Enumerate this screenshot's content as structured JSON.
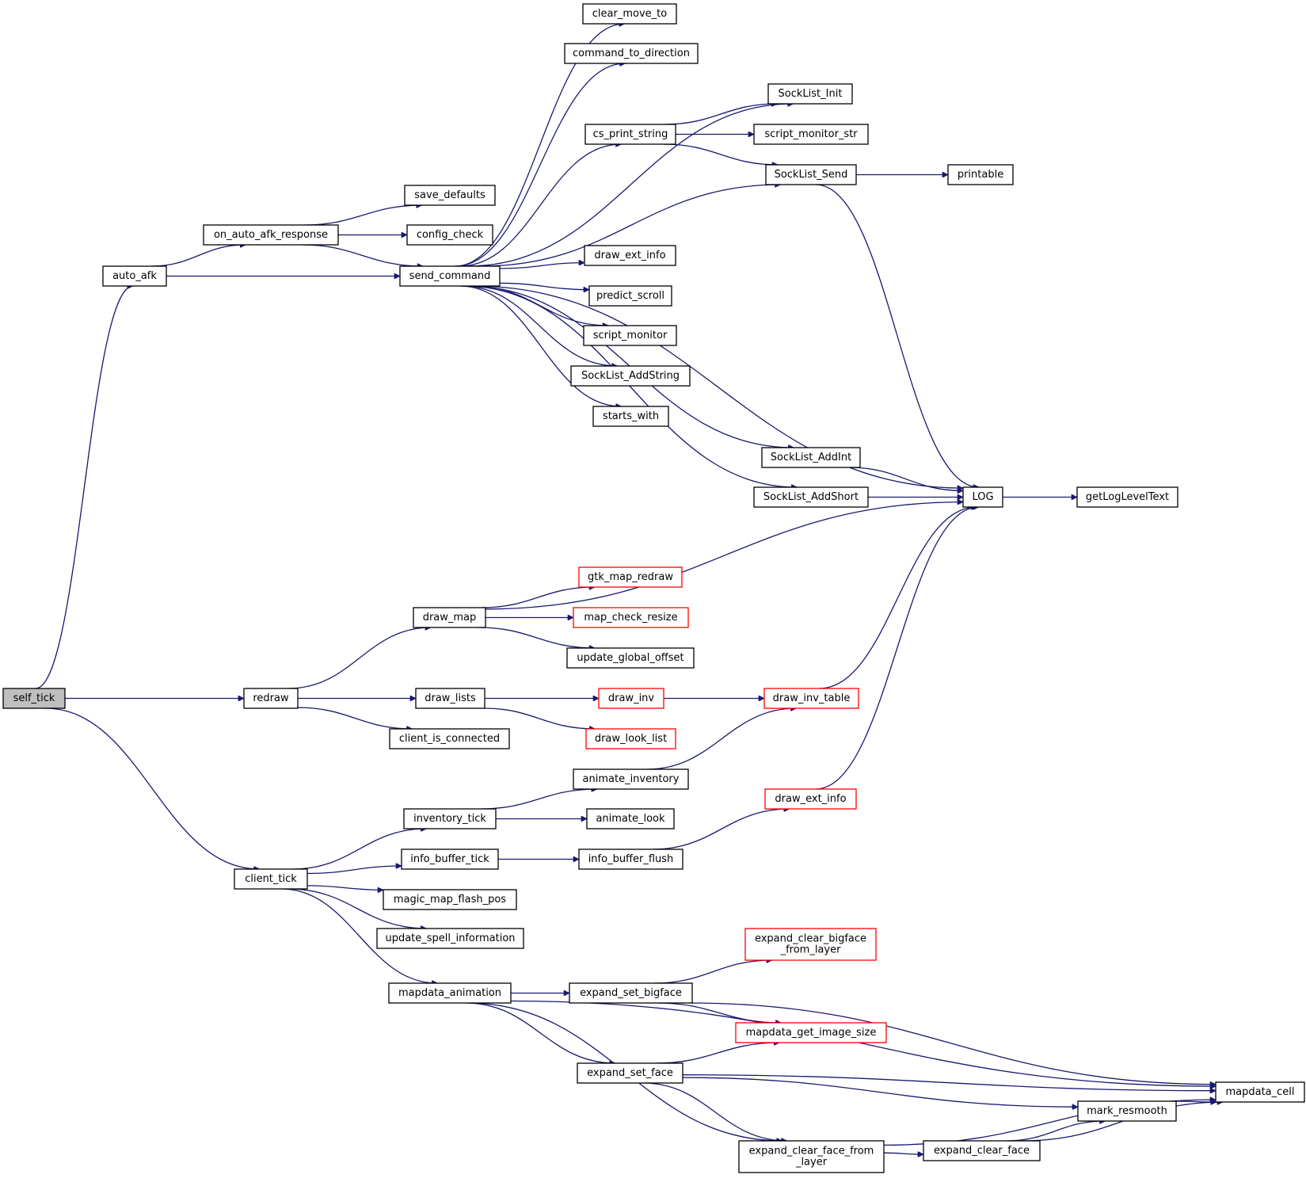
{
  "graph": {
    "edge_color": "#191970",
    "highlight_fill": "#bfbfbf",
    "incomplete_border_color": "#ff0000",
    "nodes": [
      {
        "id": "self_tick",
        "lines": [
          "self_tick"
        ],
        "style": "root"
      },
      {
        "id": "auto_afk",
        "lines": [
          "auto_afk"
        ]
      },
      {
        "id": "redraw",
        "lines": [
          "redraw"
        ]
      },
      {
        "id": "client_tick",
        "lines": [
          "client_tick"
        ]
      },
      {
        "id": "on_auto_afk_response",
        "lines": [
          "on_auto_afk_response"
        ]
      },
      {
        "id": "send_command",
        "lines": [
          "send_command"
        ]
      },
      {
        "id": "save_defaults",
        "lines": [
          "save_defaults"
        ]
      },
      {
        "id": "config_check",
        "lines": [
          "config_check"
        ]
      },
      {
        "id": "clear_move_to",
        "lines": [
          "clear_move_to"
        ]
      },
      {
        "id": "command_to_direction",
        "lines": [
          "command_to_direction"
        ]
      },
      {
        "id": "cs_print_string",
        "lines": [
          "cs_print_string"
        ]
      },
      {
        "id": "draw_ext_info_1",
        "lines": [
          "draw_ext_info"
        ]
      },
      {
        "id": "predict_scroll",
        "lines": [
          "predict_scroll"
        ]
      },
      {
        "id": "script_monitor",
        "lines": [
          "script_monitor"
        ]
      },
      {
        "id": "SockList_AddString",
        "lines": [
          "SockList_AddString"
        ]
      },
      {
        "id": "starts_with",
        "lines": [
          "starts_with"
        ]
      },
      {
        "id": "SockList_AddInt",
        "lines": [
          "SockList_AddInt"
        ]
      },
      {
        "id": "SockList_AddShort",
        "lines": [
          "SockList_AddShort"
        ]
      },
      {
        "id": "SockList_Init",
        "lines": [
          "SockList_Init"
        ]
      },
      {
        "id": "script_monitor_str",
        "lines": [
          "script_monitor_str"
        ]
      },
      {
        "id": "SockList_Send",
        "lines": [
          "SockList_Send"
        ]
      },
      {
        "id": "printable",
        "lines": [
          "printable"
        ]
      },
      {
        "id": "LOG",
        "lines": [
          "LOG"
        ]
      },
      {
        "id": "getLogLevelText",
        "lines": [
          "getLogLevelText"
        ]
      },
      {
        "id": "draw_map",
        "lines": [
          "draw_map"
        ]
      },
      {
        "id": "gtk_map_redraw",
        "lines": [
          "gtk_map_redraw"
        ],
        "style": "red"
      },
      {
        "id": "map_check_resize",
        "lines": [
          "map_check_resize"
        ],
        "style": "red"
      },
      {
        "id": "update_global_offset",
        "lines": [
          "update_global_offset"
        ]
      },
      {
        "id": "draw_lists",
        "lines": [
          "draw_lists"
        ]
      },
      {
        "id": "client_is_connected",
        "lines": [
          "client_is_connected"
        ]
      },
      {
        "id": "draw_inv",
        "lines": [
          "draw_inv"
        ],
        "style": "red"
      },
      {
        "id": "draw_look_list",
        "lines": [
          "draw_look_list"
        ],
        "style": "red"
      },
      {
        "id": "draw_inv_table",
        "lines": [
          "draw_inv_table"
        ],
        "style": "red"
      },
      {
        "id": "inventory_tick",
        "lines": [
          "inventory_tick"
        ]
      },
      {
        "id": "animate_inventory",
        "lines": [
          "animate_inventory"
        ]
      },
      {
        "id": "animate_look",
        "lines": [
          "animate_look"
        ]
      },
      {
        "id": "info_buffer_tick",
        "lines": [
          "info_buffer_tick"
        ]
      },
      {
        "id": "info_buffer_flush",
        "lines": [
          "info_buffer_flush"
        ]
      },
      {
        "id": "draw_ext_info_2",
        "lines": [
          "draw_ext_info"
        ],
        "style": "red"
      },
      {
        "id": "magic_map_flash_pos",
        "lines": [
          "magic_map_flash_pos"
        ]
      },
      {
        "id": "update_spell_information",
        "lines": [
          "update_spell_information"
        ]
      },
      {
        "id": "mapdata_animation",
        "lines": [
          "mapdata_animation"
        ]
      },
      {
        "id": "expand_set_bigface",
        "lines": [
          "expand_set_bigface"
        ]
      },
      {
        "id": "expand_clear_bigface_from_layer",
        "lines": [
          "expand_clear_bigface",
          "_from_layer"
        ],
        "style": "red"
      },
      {
        "id": "mapdata_get_image_size",
        "lines": [
          "mapdata_get_image_size"
        ],
        "style": "red"
      },
      {
        "id": "expand_set_face",
        "lines": [
          "expand_set_face"
        ]
      },
      {
        "id": "expand_clear_face_from_layer",
        "lines": [
          "expand_clear_face_from",
          "_layer"
        ]
      },
      {
        "id": "expand_clear_face",
        "lines": [
          "expand_clear_face"
        ]
      },
      {
        "id": "mark_resmooth",
        "lines": [
          "mark_resmooth"
        ]
      },
      {
        "id": "mapdata_cell",
        "lines": [
          "mapdata_cell"
        ]
      }
    ],
    "edges": [
      [
        "self_tick",
        "auto_afk"
      ],
      [
        "self_tick",
        "redraw"
      ],
      [
        "self_tick",
        "client_tick"
      ],
      [
        "auto_afk",
        "on_auto_afk_response"
      ],
      [
        "auto_afk",
        "send_command"
      ],
      [
        "on_auto_afk_response",
        "save_defaults"
      ],
      [
        "on_auto_afk_response",
        "config_check"
      ],
      [
        "on_auto_afk_response",
        "send_command"
      ],
      [
        "send_command",
        "clear_move_to"
      ],
      [
        "send_command",
        "command_to_direction"
      ],
      [
        "send_command",
        "SockList_Init"
      ],
      [
        "send_command",
        "cs_print_string"
      ],
      [
        "send_command",
        "SockList_Send"
      ],
      [
        "send_command",
        "LOG"
      ],
      [
        "send_command",
        "draw_ext_info_1"
      ],
      [
        "send_command",
        "predict_scroll"
      ],
      [
        "send_command",
        "script_monitor"
      ],
      [
        "send_command",
        "SockList_AddString"
      ],
      [
        "send_command",
        "starts_with"
      ],
      [
        "send_command",
        "SockList_AddInt"
      ],
      [
        "send_command",
        "SockList_AddShort"
      ],
      [
        "cs_print_string",
        "SockList_Init"
      ],
      [
        "cs_print_string",
        "script_monitor_str"
      ],
      [
        "cs_print_string",
        "SockList_Send"
      ],
      [
        "SockList_Send",
        "printable"
      ],
      [
        "SockList_Send",
        "LOG"
      ],
      [
        "SockList_AddInt",
        "LOG"
      ],
      [
        "SockList_AddShort",
        "LOG"
      ],
      [
        "LOG",
        "getLogLevelText"
      ],
      [
        "redraw",
        "draw_map"
      ],
      [
        "redraw",
        "draw_lists"
      ],
      [
        "redraw",
        "client_is_connected"
      ],
      [
        "draw_map",
        "LOG"
      ],
      [
        "draw_map",
        "gtk_map_redraw"
      ],
      [
        "draw_map",
        "map_check_resize"
      ],
      [
        "draw_map",
        "update_global_offset"
      ],
      [
        "draw_lists",
        "draw_inv"
      ],
      [
        "draw_lists",
        "draw_look_list"
      ],
      [
        "draw_inv",
        "draw_inv_table"
      ],
      [
        "draw_inv_table",
        "LOG"
      ],
      [
        "client_tick",
        "inventory_tick"
      ],
      [
        "client_tick",
        "info_buffer_tick"
      ],
      [
        "client_tick",
        "magic_map_flash_pos"
      ],
      [
        "client_tick",
        "update_spell_information"
      ],
      [
        "client_tick",
        "mapdata_animation"
      ],
      [
        "inventory_tick",
        "animate_inventory"
      ],
      [
        "inventory_tick",
        "animate_look"
      ],
      [
        "animate_inventory",
        "draw_inv_table"
      ],
      [
        "info_buffer_tick",
        "info_buffer_flush"
      ],
      [
        "info_buffer_flush",
        "draw_ext_info_2"
      ],
      [
        "draw_ext_info_2",
        "LOG"
      ],
      [
        "mapdata_animation",
        "mapdata_cell"
      ],
      [
        "mapdata_animation",
        "expand_set_bigface"
      ],
      [
        "mapdata_animation",
        "expand_set_face"
      ],
      [
        "mapdata_animation",
        "expand_clear_face_from_layer"
      ],
      [
        "expand_set_bigface",
        "expand_clear_bigface_from_layer"
      ],
      [
        "expand_set_bigface",
        "mapdata_get_image_size"
      ],
      [
        "expand_set_bigface",
        "mapdata_cell"
      ],
      [
        "expand_set_face",
        "mapdata_get_image_size"
      ],
      [
        "expand_set_face",
        "mapdata_cell"
      ],
      [
        "expand_set_face",
        "mark_resmooth"
      ],
      [
        "expand_set_face",
        "expand_clear_face_from_layer"
      ],
      [
        "expand_clear_face_from_layer",
        "expand_clear_face"
      ],
      [
        "expand_clear_face_from_layer",
        "mapdata_cell"
      ],
      [
        "expand_clear_face",
        "mark_resmooth"
      ],
      [
        "expand_clear_face",
        "mapdata_cell"
      ],
      [
        "mark_resmooth",
        "mapdata_cell"
      ]
    ]
  }
}
